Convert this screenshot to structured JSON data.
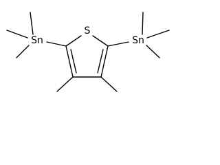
{
  "molecule": {
    "atoms": {
      "sulfur": "S",
      "tin_left": "Sn",
      "tin_right": "Sn"
    }
  }
}
